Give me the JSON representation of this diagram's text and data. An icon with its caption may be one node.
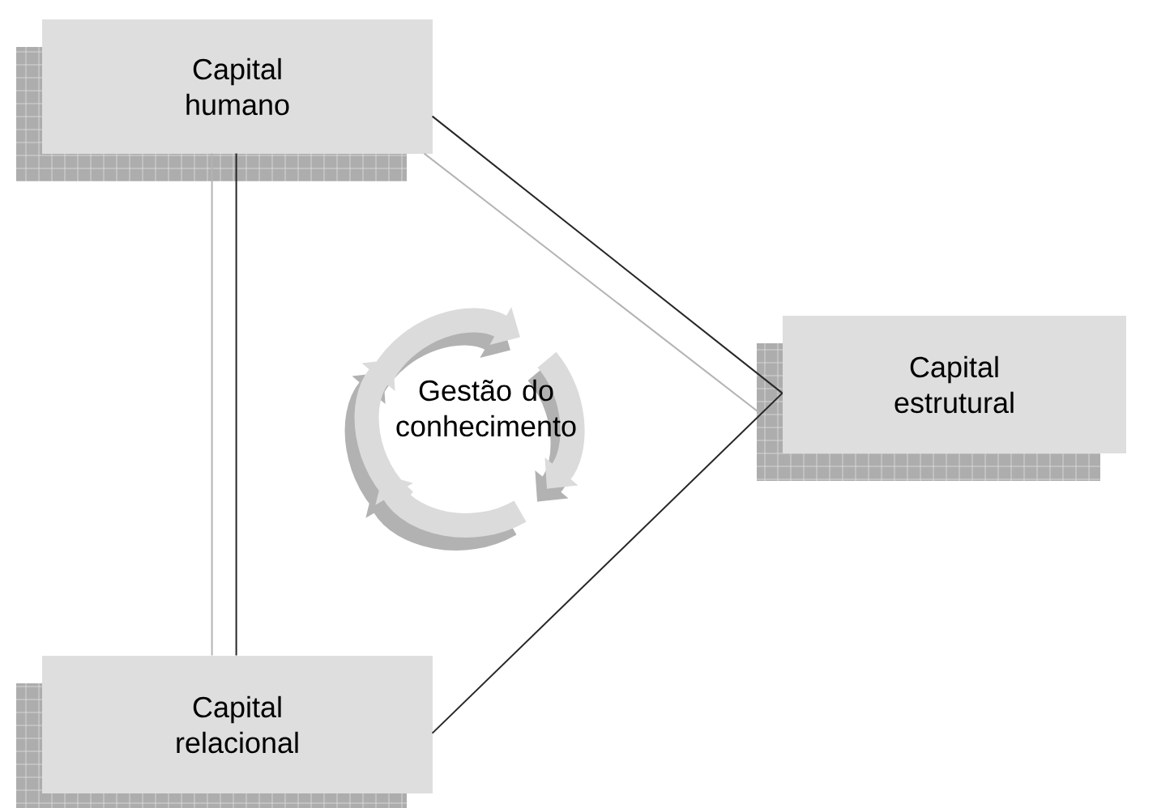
{
  "diagram": {
    "nodes": [
      {
        "text": [
          "Capital humano"
        ]
      },
      {
        "text": [
          "Capital estrutural"
        ]
      },
      {
        "text": [
          "Capital relacional"
        ]
      }
    ],
    "edges": [
      {
        "from": 0,
        "to": 2,
        "arrow": "none",
        "color": "#b4b4b4"
      },
      {
        "from": 0,
        "to": 2,
        "arrow": "none"
      },
      {
        "from": 0,
        "to": 1,
        "arrow": "none"
      },
      {
        "from": 0,
        "to": 1,
        "arrow": "none",
        "color": "#b4b4b4"
      },
      {
        "from": 2,
        "to": 1,
        "arrow": "none"
      }
    ],
    "labels": [
      "Gestão do conhecimento"
    ]
  }
}
